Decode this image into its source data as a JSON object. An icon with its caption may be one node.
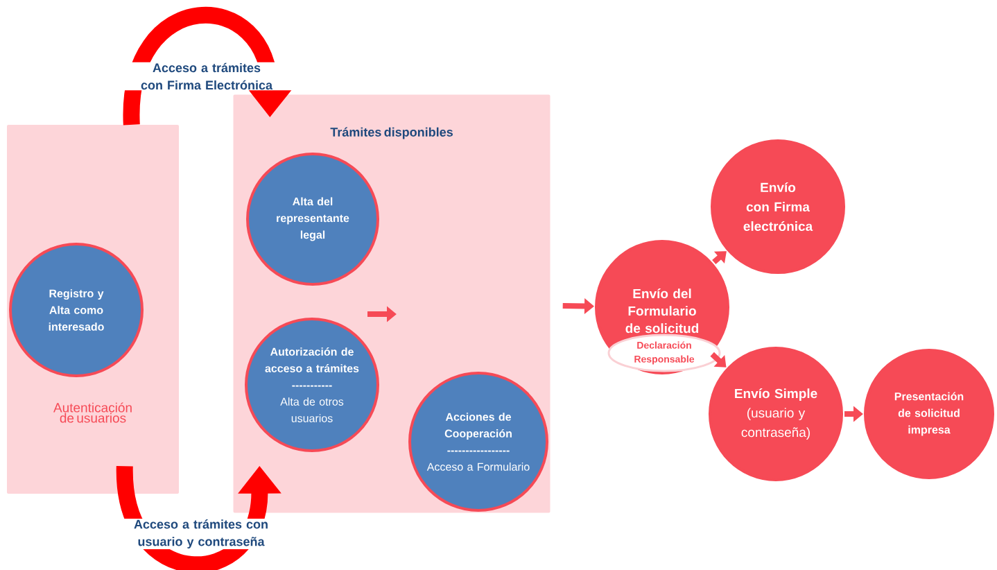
{
  "diagram": {
    "nodes": [
      {
        "text": [
          "Autenticación de usuarios"
        ]
      },
      {
        "text": [
          "Registro y Alta como interesado"
        ],
        "in": 0
      },
      {
        "text": [
          "Trámites disponibles"
        ]
      },
      {
        "text": [
          "Alta del representante legal"
        ],
        "in": 2
      },
      {
        "text": [
          "Autorización de acceso a trámites",
          "-----------",
          "Alta de otros usuarios"
        ],
        "in": 2
      },
      {
        "text": [
          "Acciones de Cooperación",
          "-----------------",
          "Acceso a Formulario"
        ],
        "in": 2
      },
      {
        "text": [
          "Envío del Formulario de solicitud"
        ]
      },
      {
        "text": [
          "Declaración Responsable"
        ],
        "in": 6
      },
      {
        "text": [
          "Envío con Firma electrónica"
        ]
      },
      {
        "text": [
          "Envío Simple",
          "(usuario y contraseña)"
        ]
      },
      {
        "text": [
          "Presentación de solicitud impresa"
        ]
      }
    ],
    "edges": [
      {
        "from": 0,
        "to": 2,
        "arrow": "to",
        "label": "Acceso a trámites con Firma Electrónica",
        "style": "thick",
        "color": "#ff0000"
      },
      {
        "from": 0,
        "to": 2,
        "arrow": "to",
        "label": "Acceso a trámites con usuario y contraseña",
        "style": "thick",
        "color": "#ff0000"
      },
      {
        "from": 2,
        "to": 6,
        "arrow": "to"
      },
      {
        "from": 6,
        "to": 8,
        "arrow": "to"
      },
      {
        "from": 6,
        "to": 9,
        "arrow": "to"
      },
      {
        "from": 9,
        "to": 10,
        "arrow": "to"
      }
    ]
  }
}
